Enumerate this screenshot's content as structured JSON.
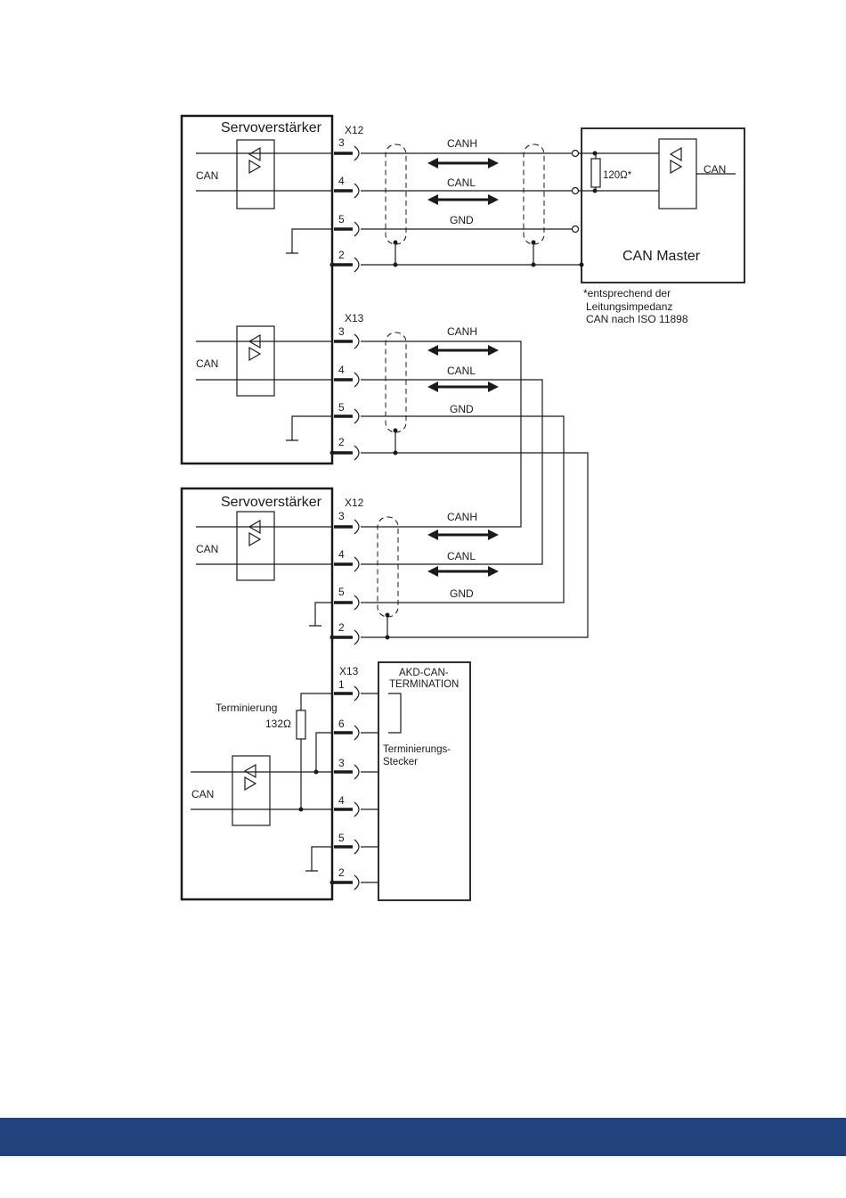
{
  "drive1": {
    "title": "Servoverstärker",
    "x12": {
      "label": "X12",
      "pins": [
        "3",
        "4",
        "5",
        "2"
      ],
      "can_label": "CAN"
    },
    "x13": {
      "label": "X13",
      "pins": [
        "3",
        "4",
        "5",
        "2"
      ],
      "can_label": "CAN"
    }
  },
  "drive2": {
    "title": "Servoverstärker",
    "x12": {
      "label": "X12",
      "pins": [
        "3",
        "4",
        "5",
        "2"
      ],
      "can_label": "CAN"
    },
    "x13": {
      "label": "X13",
      "pins": [
        "1",
        "6",
        "3",
        "4",
        "5",
        "2"
      ],
      "can_label": "CAN"
    },
    "termination_label": "Terminierung",
    "resistor_value": "132Ω"
  },
  "signals": [
    "CANH",
    "CANL",
    "GND"
  ],
  "master": {
    "title": "CAN Master",
    "can_label": "CAN",
    "resistor_value": "120Ω*",
    "footnote": [
      "*entsprechend der",
      "Leitungsimpedanz",
      "CAN nach ISO 11898"
    ]
  },
  "termination_plug": {
    "title": [
      "AKD-CAN-",
      "TERMINATION"
    ],
    "label": [
      "Terminierungs-",
      "Stecker"
    ]
  },
  "colors": {
    "footer": "#21427a",
    "line": "#1a1a1a"
  }
}
